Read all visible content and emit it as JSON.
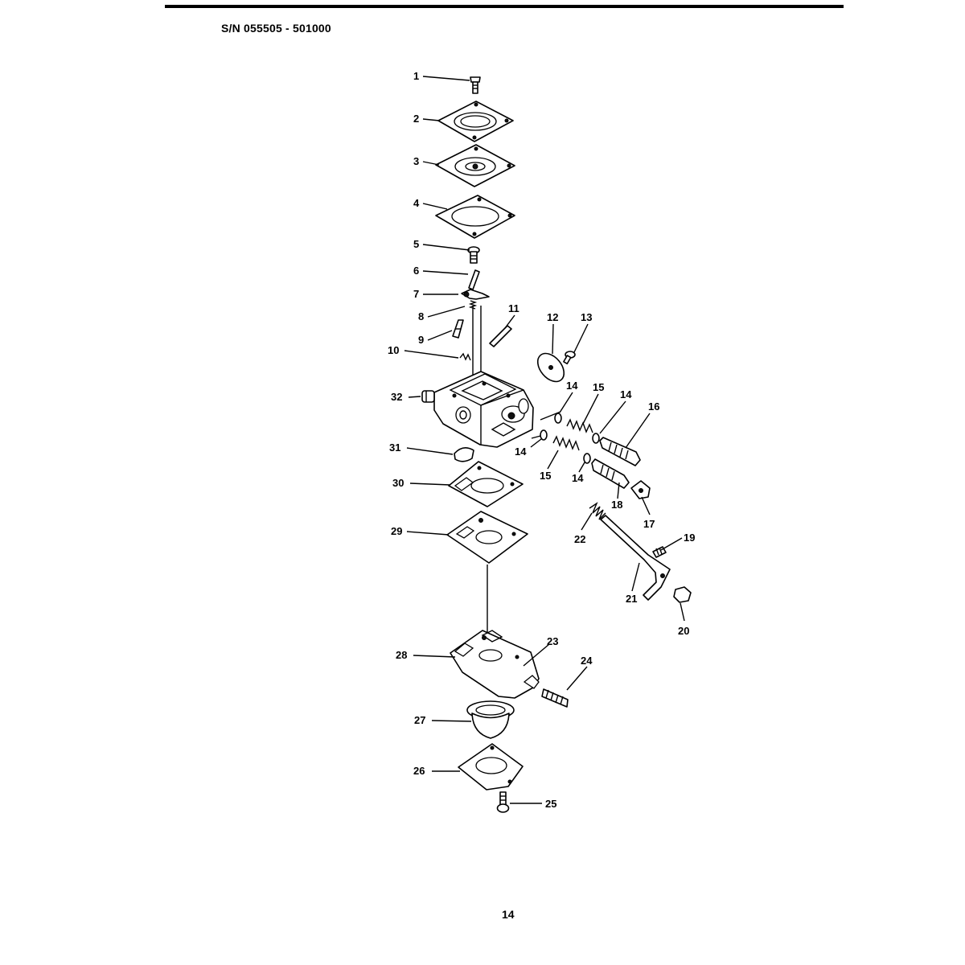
{
  "header": {
    "serial_range": "S/N 055505 - 501000"
  },
  "footer": {
    "page_number": "14"
  },
  "callouts": [
    "1",
    "2",
    "3",
    "4",
    "5",
    "6",
    "7",
    "8",
    "9",
    "10",
    "11",
    "12",
    "13",
    "14",
    "15",
    "14",
    "16",
    "32",
    "31",
    "14",
    "15",
    "14",
    "18",
    "17",
    "30",
    "22",
    "29",
    "19",
    "21",
    "20",
    "23",
    "28",
    "24",
    "27",
    "26",
    "25"
  ]
}
